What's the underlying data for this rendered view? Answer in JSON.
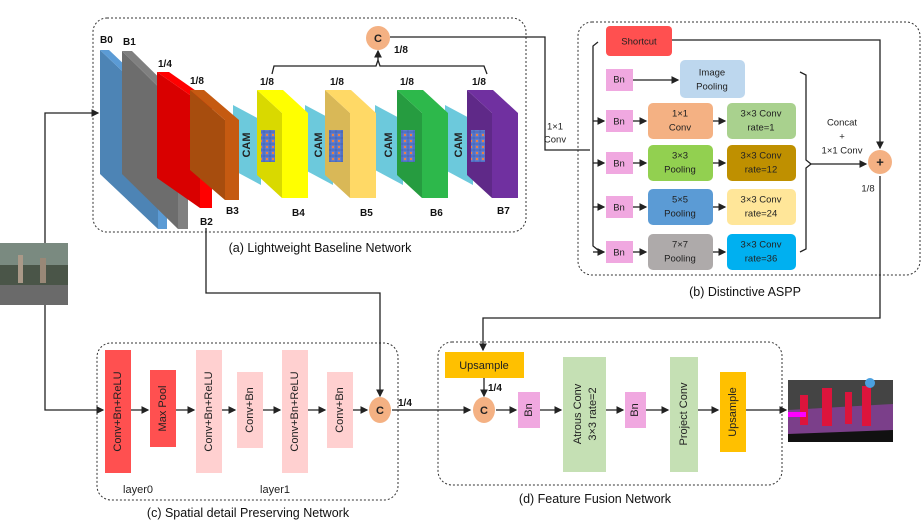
{
  "baseline": {
    "caption": "(a) Lightweight Baseline Network",
    "blocks": [
      "B0",
      "B1",
      "B2",
      "B3",
      "B4",
      "B5",
      "B6",
      "B7"
    ],
    "scales": {
      "b2": "1/4",
      "b3": "1/8",
      "b4": "1/8",
      "b5": "1/8",
      "b6": "1/8",
      "b7": "1/8",
      "concat": "1/8"
    },
    "cam_label": "CAM",
    "concat_label": "C",
    "colors": {
      "B0": "#5b9bd5",
      "B1": "#808080",
      "B2": "#ff0000",
      "B3": "#c55a11",
      "B4": "#ffff00",
      "B5": "#ffd966",
      "B6": "#2db84b",
      "B7": "#7030a0",
      "CAM": "#6cc9dc"
    }
  },
  "conv1x1": [
    "1×1",
    "Conv"
  ],
  "aspp": {
    "caption": "(b) Distinctive ASPP",
    "shortcut": "Shortcut",
    "bn": "Bn",
    "image_pooling": [
      "Image",
      "Pooling"
    ],
    "rows": [
      {
        "a": [
          "1×1",
          "Conv"
        ],
        "a_color": "#f4b183",
        "b": [
          "3×3 Conv",
          "rate=1"
        ],
        "b_color": "#a9d18e"
      },
      {
        "a": [
          "3×3",
          "Pooling"
        ],
        "a_color": "#92d050",
        "b": [
          "3×3 Conv",
          "rate=12"
        ],
        "b_color": "#bf9000"
      },
      {
        "a": [
          "5×5",
          "Pooling"
        ],
        "a_color": "#5b9bd5",
        "b": [
          "3×3 Conv",
          "rate=24"
        ],
        "b_color": "#ffe699"
      },
      {
        "a": [
          "7×7",
          "Pooling"
        ],
        "a_color": "#aeaaaa",
        "b": [
          "3×3 Conv",
          "rate=36"
        ],
        "b_color": "#00b0f0"
      }
    ],
    "concat": [
      "Concat",
      "+",
      "1×1 Conv"
    ],
    "plus": "+",
    "scale": "1/8"
  },
  "spatial": {
    "caption": "(c) Spatial detail Preserving Network",
    "blocks": [
      "Conv+Bn+ReLU",
      "Max Pool",
      "Conv+Bn+ReLU",
      "Conv+Bn",
      "Conv+Bn+ReLU",
      "Conv+Bn"
    ],
    "layer0": "layer0",
    "layer1": "layer1",
    "concat_label": "C",
    "scale": "1/4"
  },
  "fusion": {
    "caption": "(d) Feature Fusion Network",
    "upsample_top": "Upsample",
    "scale": "1/4",
    "concat_label": "C",
    "bn": "Bn",
    "atrous": [
      "Atrous Conv",
      "3×3 rate=2"
    ],
    "project": "Project Conv",
    "upsample": "Upsample"
  }
}
